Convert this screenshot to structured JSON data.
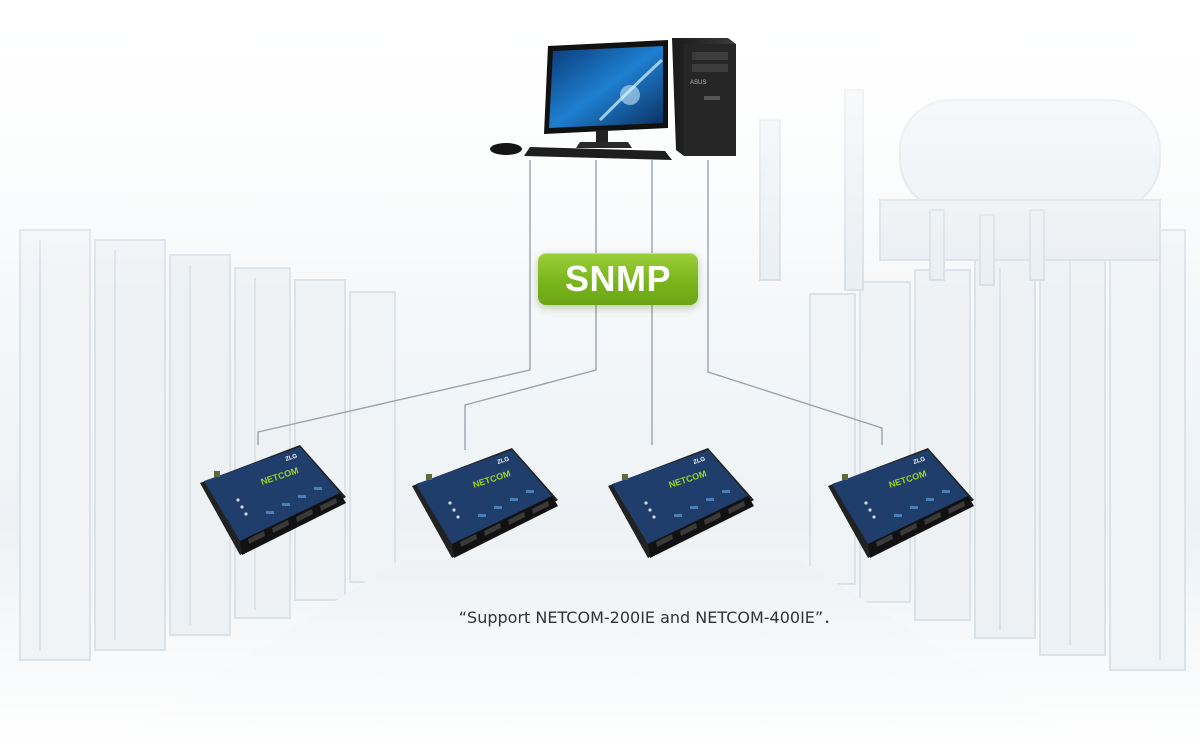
{
  "diagram": {
    "protocol_label": "SNMP",
    "caption": "“Support NETCOM-200IE and NETCOM-400IE”．",
    "host": {
      "icon": "desktop-computer-icon",
      "tower_brand": "ASUS"
    },
    "devices": [
      {
        "icon": "netcom-device-icon",
        "brand": "NETCOM",
        "maker": "ZLG"
      },
      {
        "icon": "netcom-device-icon",
        "brand": "NETCOM",
        "maker": "ZLG"
      },
      {
        "icon": "netcom-device-icon",
        "brand": "NETCOM",
        "maker": "ZLG"
      },
      {
        "icon": "netcom-device-icon",
        "brand": "NETCOM",
        "maker": "ZLG"
      }
    ],
    "colors": {
      "snmp_green": "#7ab51d",
      "device_body": "#1f3e6b",
      "device_edge": "#222222",
      "line": "#9aa3ab",
      "netcom_green": "#9bd31f"
    }
  }
}
